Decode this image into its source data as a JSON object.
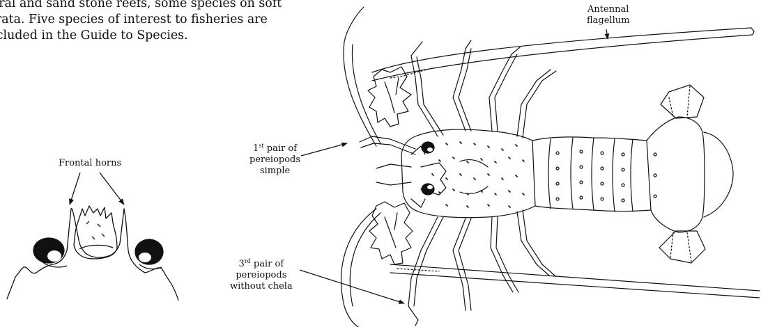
{
  "intro": {
    "line1": "coral and sand stone reefs, some species on soft",
    "line2": "strata. Five species of interest to fisheries are",
    "line3": "included in the Guide to Species."
  },
  "labels": {
    "frontal_horns": "Frontal horns",
    "antennal_1": "Antennal",
    "antennal_2": "flagellum",
    "p1_num": "1",
    "p1_sup": "st",
    "p1_rest": " pair of",
    "p1_line2": "pereiopods",
    "p1_line3": "simple",
    "p3_num": "3",
    "p3_sup": "rd",
    "p3_rest": " pair of",
    "p3_line2": "pereiopods",
    "p3_line3": "without chela"
  }
}
